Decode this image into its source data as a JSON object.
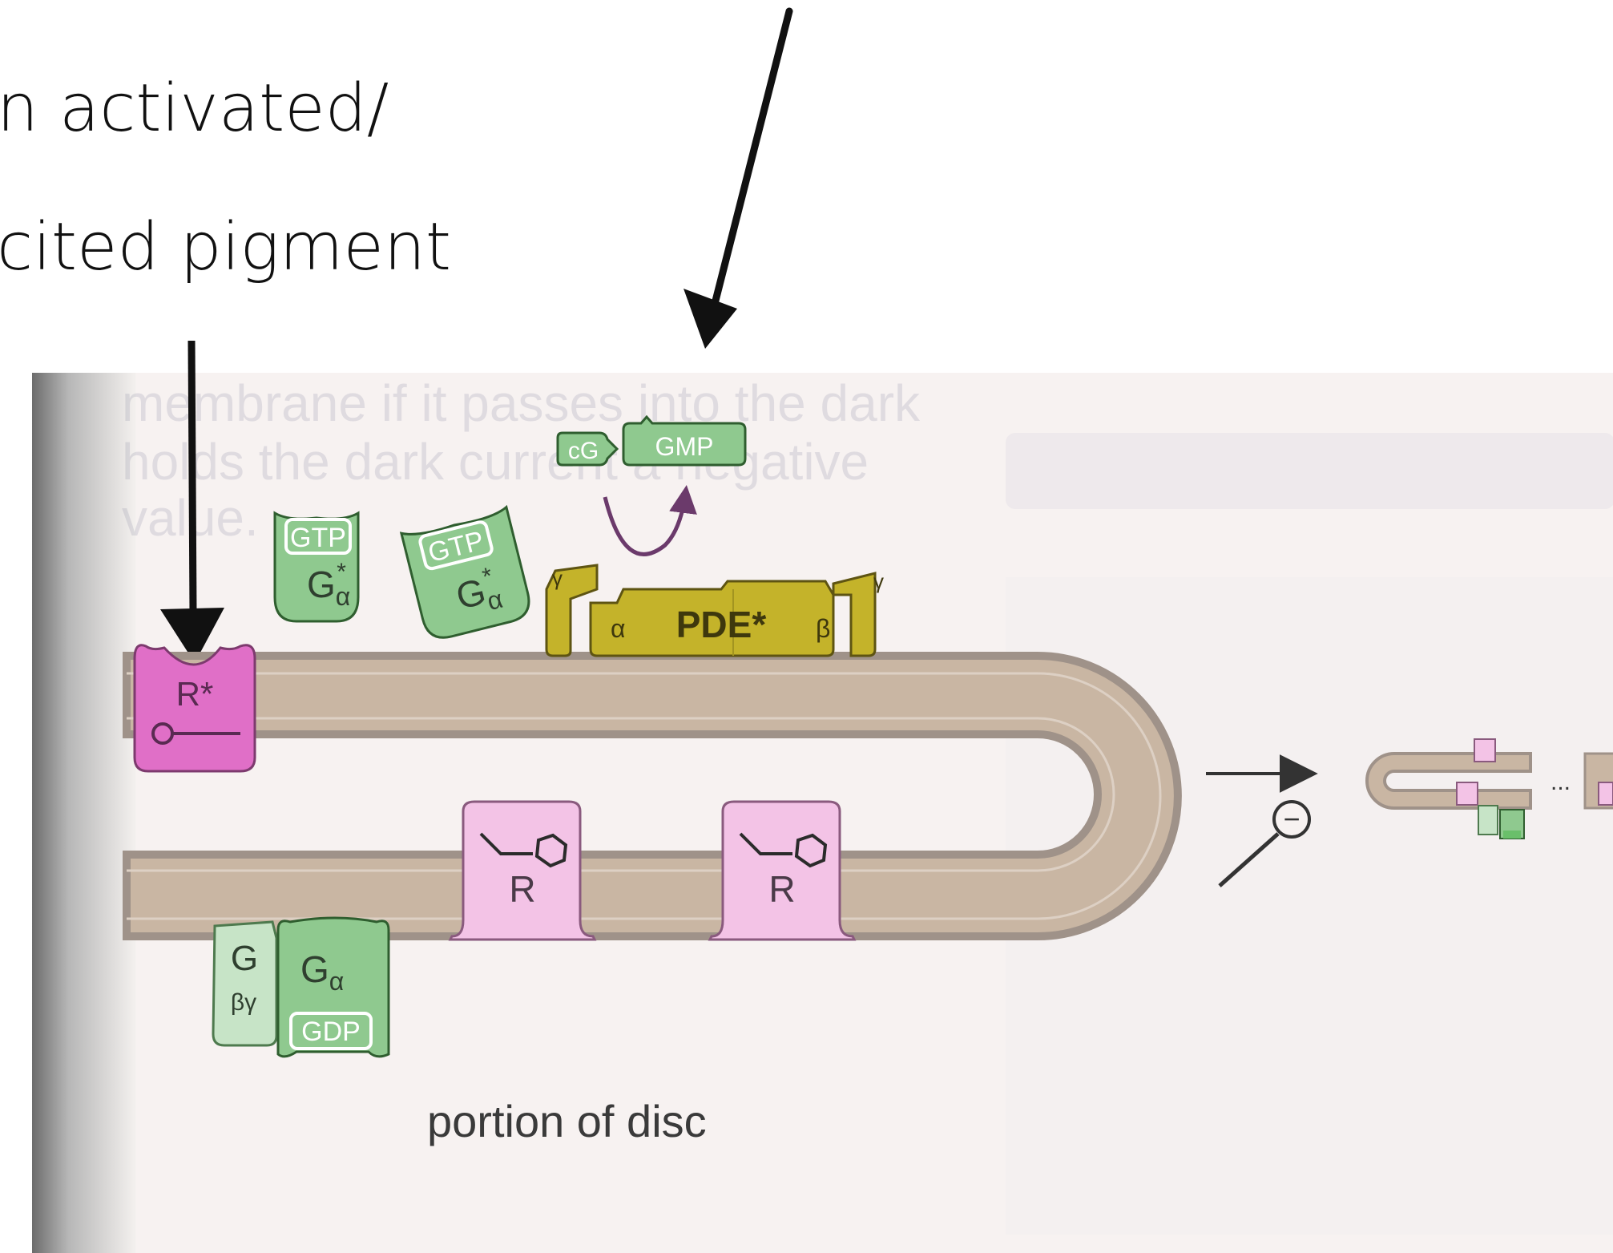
{
  "annotation": {
    "line1": "n activated/",
    "line2": "cited pigment"
  },
  "textbook_bg": {
    "line1": "membrane if it passes into the dark",
    "line2": "holds the dark current a negative",
    "line3": "value."
  },
  "labels": {
    "rstar": "R*",
    "gtp": "GTP",
    "galpha_star": "G",
    "alpha": "α",
    "star": "*",
    "cg": "cG",
    "gmp": "GMP",
    "pde": "PDE*",
    "pde_alpha": "α",
    "pde_beta": "β",
    "gamma": "γ",
    "r": "R",
    "g_beta_gamma_g": "G",
    "beta_gamma": "βγ",
    "g_alpha_g": "G",
    "gdp": "GDP",
    "inhibit": "−",
    "ellipsis": "...",
    "caption": "portion of disc"
  },
  "colors": {
    "rhodopsin_active": "#e06fc7",
    "rhodopsin": "#f3c3e6",
    "transducin": "#8fc98f",
    "transducin_light": "#c7e4c7",
    "pde": "#c4b32a",
    "membrane": "#c9b6a3",
    "membrane_edge": "#9f9289"
  }
}
